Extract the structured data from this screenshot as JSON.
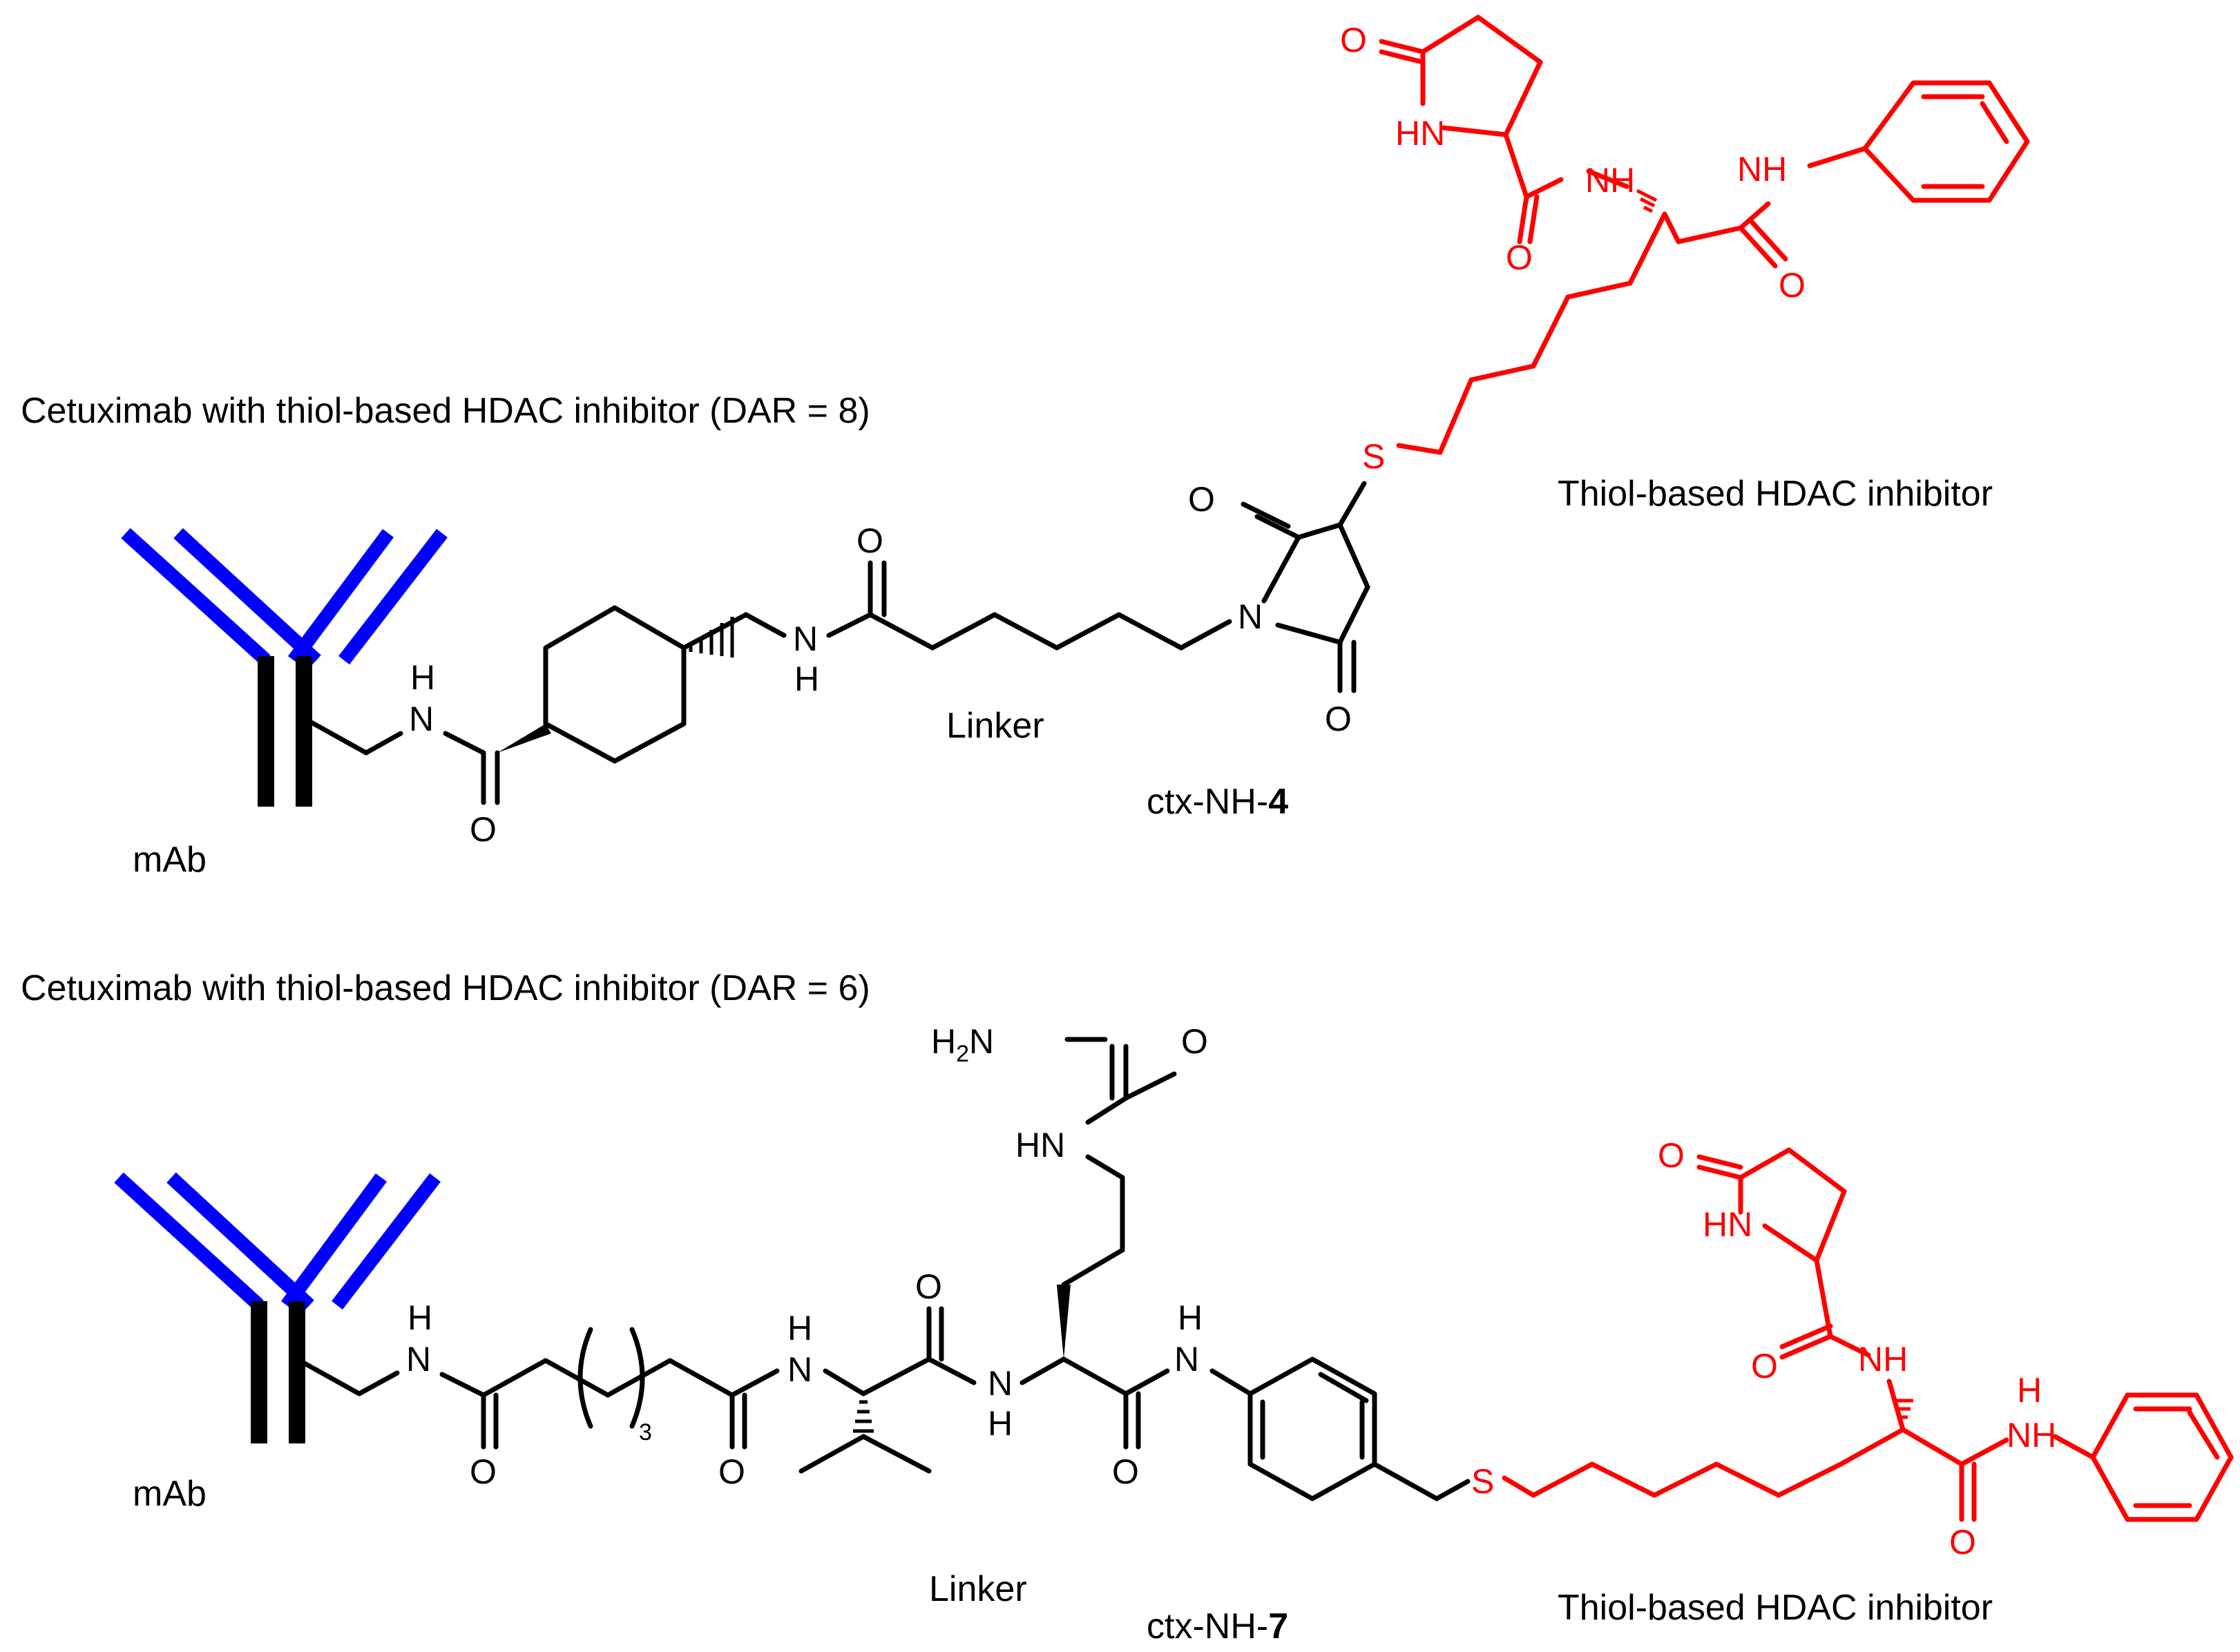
{
  "figure": {
    "top": {
      "title": "Cetuximab with thiol-based HDAC inhibitor (DAR = 8)",
      "antibody_label": "mAb",
      "linker_label": "Linker",
      "compound_prefix": "ctx-NH-",
      "compound_number": "4",
      "payload_label": "Thiol-based HDAC inhibitor"
    },
    "bottom": {
      "title": "Cetuximab with thiol-based HDAC inhibitor (DAR = 6)",
      "antibody_label": "mAb",
      "linker_label": "Linker",
      "compound_prefix": "ctx-NH-",
      "compound_number": "7",
      "payload_label": "Thiol-based HDAC inhibitor",
      "repeat_count": "3"
    },
    "atoms": {
      "nh": "NH",
      "hn": "HN",
      "n": "N",
      "h": "H",
      "o": "O",
      "s": "S",
      "h2n_h": "H",
      "h2n_2": "2",
      "h2n_n": "N"
    }
  },
  "colors": {
    "bond": "#000000",
    "payload": "#ff0000",
    "antibody_arms": "#0000ff",
    "antibody_stem": "#000000"
  }
}
